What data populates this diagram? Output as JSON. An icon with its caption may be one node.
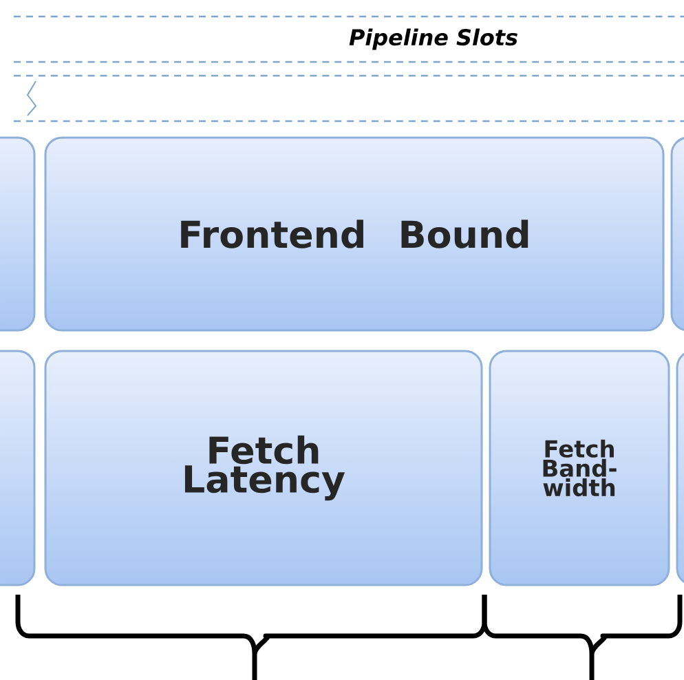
{
  "diagram": {
    "nodes": [
      {
        "text": [
          "Pipeline Slots"
        ]
      },
      {
        "text": [],
        "shape": "band"
      },
      {
        "text": [],
        "shape": "box"
      },
      {
        "text": [
          "Frontend Bound"
        ]
      },
      {
        "text": [],
        "shape": "box"
      },
      {
        "text": [],
        "shape": "box"
      },
      {
        "text": [
          "Fetch Latency"
        ]
      },
      {
        "text": [
          "Fetch Band-width"
        ]
      },
      {
        "text": [],
        "shape": "box"
      }
    ]
  }
}
